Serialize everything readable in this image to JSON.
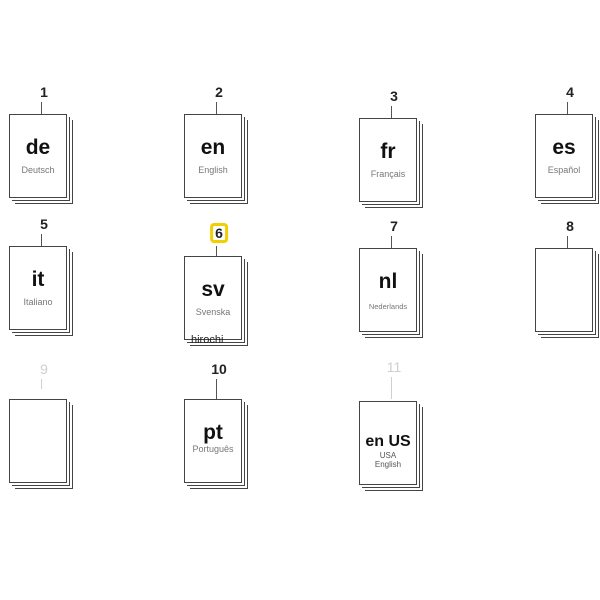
{
  "items": [
    {
      "number": "1",
      "code": "de",
      "language": "Deutsch"
    },
    {
      "number": "2",
      "code": "en",
      "language": "English"
    },
    {
      "number": "3",
      "code": "fr",
      "language": "Français"
    },
    {
      "number": "4",
      "code": "es",
      "language": "Español"
    },
    {
      "number": "5",
      "code": "it",
      "language": "Italiano"
    },
    {
      "number": "6",
      "code": "sv",
      "language": "Svenska",
      "highlight_color": "#f2cf00"
    },
    {
      "number": "7",
      "code": "nl",
      "language": "Nederlands"
    },
    {
      "number": "8",
      "code": "",
      "language": ""
    },
    {
      "number": "9",
      "code": "",
      "language": ""
    },
    {
      "number": "10",
      "code": "pt",
      "language": "Português"
    },
    {
      "number": "11",
      "code": "en US",
      "region": "USA",
      "language": "English"
    }
  ],
  "watermark": "hirochi"
}
